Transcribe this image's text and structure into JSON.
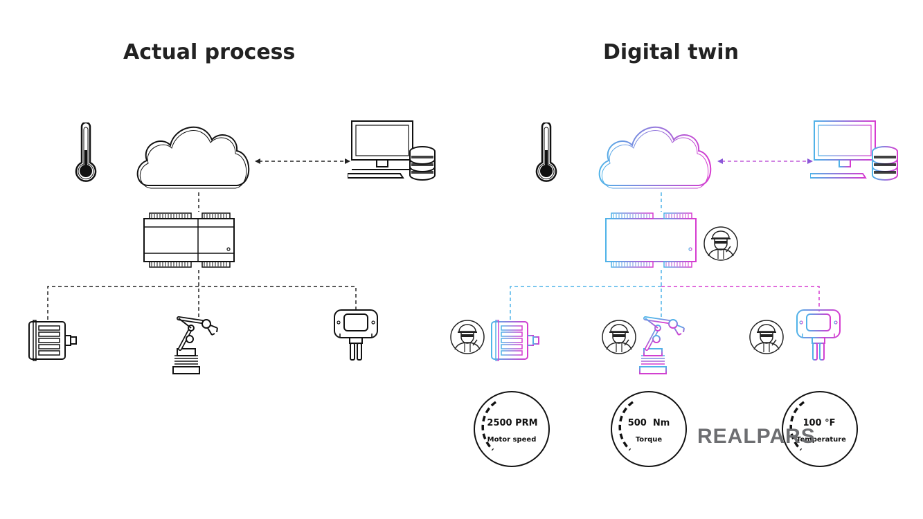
{
  "titles": {
    "left": "Actual process",
    "right": "Digital twin"
  },
  "gauges": [
    {
      "value": "2500 PRM",
      "label": "Motor speed"
    },
    {
      "value": "500  Nm",
      "label": "Torque"
    },
    {
      "value": "100 °F",
      "label": "Temperature"
    }
  ],
  "logo": "REALPARS",
  "colors": {
    "line": "#222222",
    "twin_blue": "#4fb3e8",
    "twin_magenta": "#d63bd0",
    "logo_gray": "#6d6e71"
  },
  "icons": [
    "thermometer-icon",
    "cloud-icon",
    "computer-icon",
    "database-icon",
    "plc-icon",
    "motor-icon",
    "robot-arm-icon",
    "sensor-icon",
    "worker-icon"
  ]
}
